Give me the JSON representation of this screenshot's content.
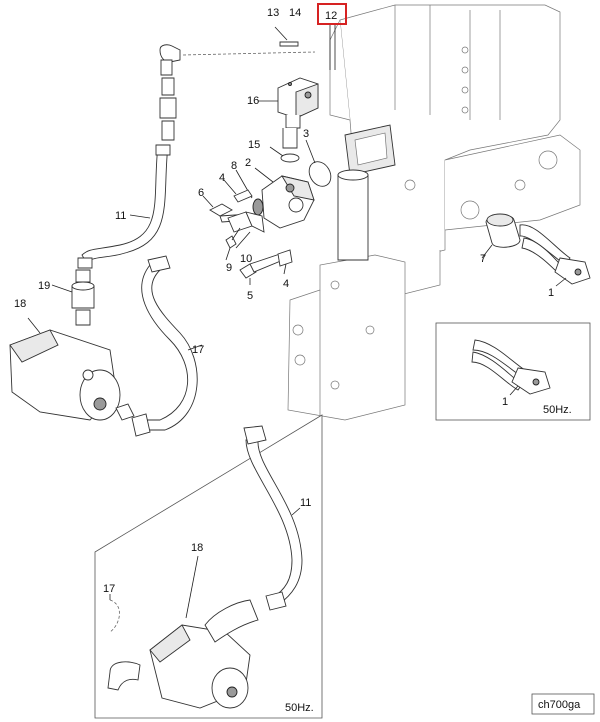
{
  "callouts": {
    "c1": "1",
    "c1b": "1",
    "c2": "2",
    "c3": "3",
    "c4a": "4",
    "c4b": "4",
    "c5": "5",
    "c6": "6",
    "c7": "7",
    "c8": "8",
    "c9": "9",
    "c10": "10",
    "c11": "11",
    "c11b": "11",
    "c12": "12",
    "c13": "13",
    "c14": "14",
    "c15": "15",
    "c16": "16",
    "c17": "17",
    "c17b": "17",
    "c18": "18",
    "c18b": "18",
    "c19": "19"
  },
  "insets": {
    "heater_50hz": "50Hz.",
    "pump_50hz": "50Hz."
  },
  "reference_code": "ch700ga",
  "highlight": {
    "part": "12",
    "color": "#d62222"
  }
}
